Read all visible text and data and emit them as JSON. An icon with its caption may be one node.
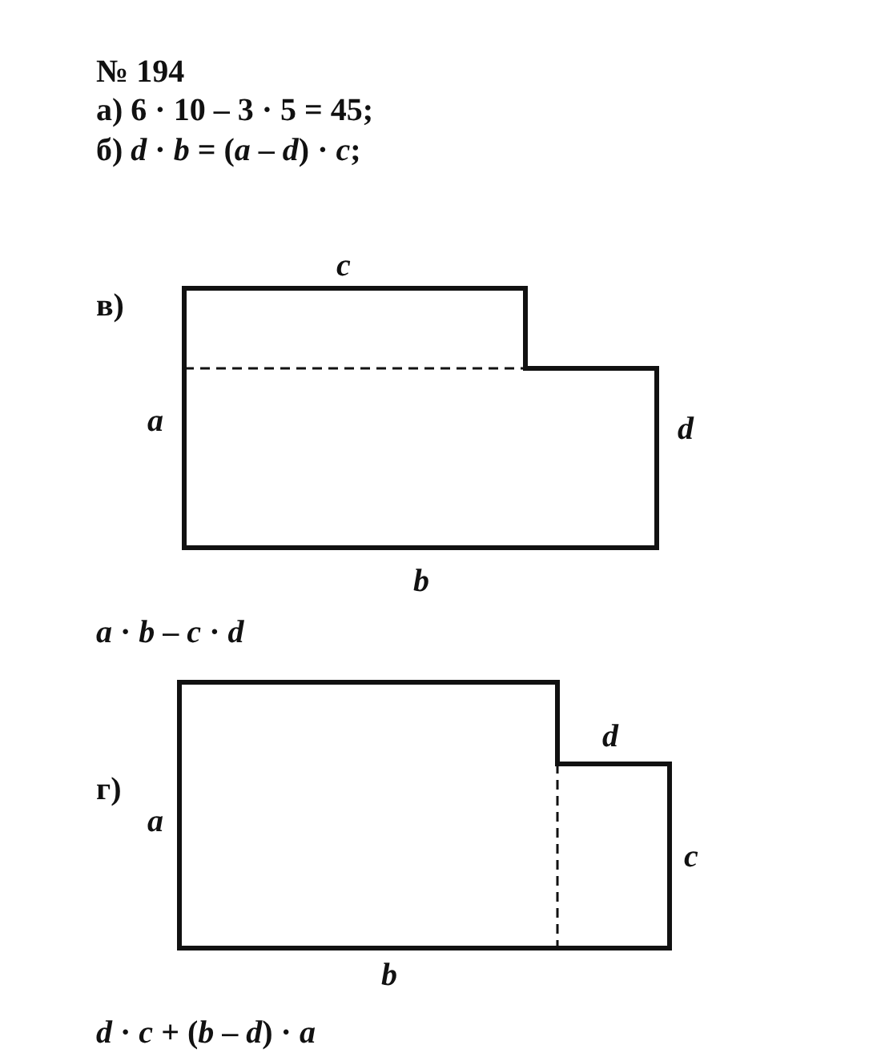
{
  "diagram": {
    "title": "№ 194",
    "labels": [
      "а) 6 · 10 – 3 · 5 = 45;",
      "б) *d* · *b* = (*a* – *d*) · *c*;",
      "в)",
      "*c*",
      "*a*",
      "*d*",
      "*b*",
      "*a* · *b* – *c* · *d*",
      "г)",
      "*a*",
      "*d*",
      "*c*",
      "*b*",
      "*d* · *c* + (*b* – *d*) · *a*"
    ]
  }
}
